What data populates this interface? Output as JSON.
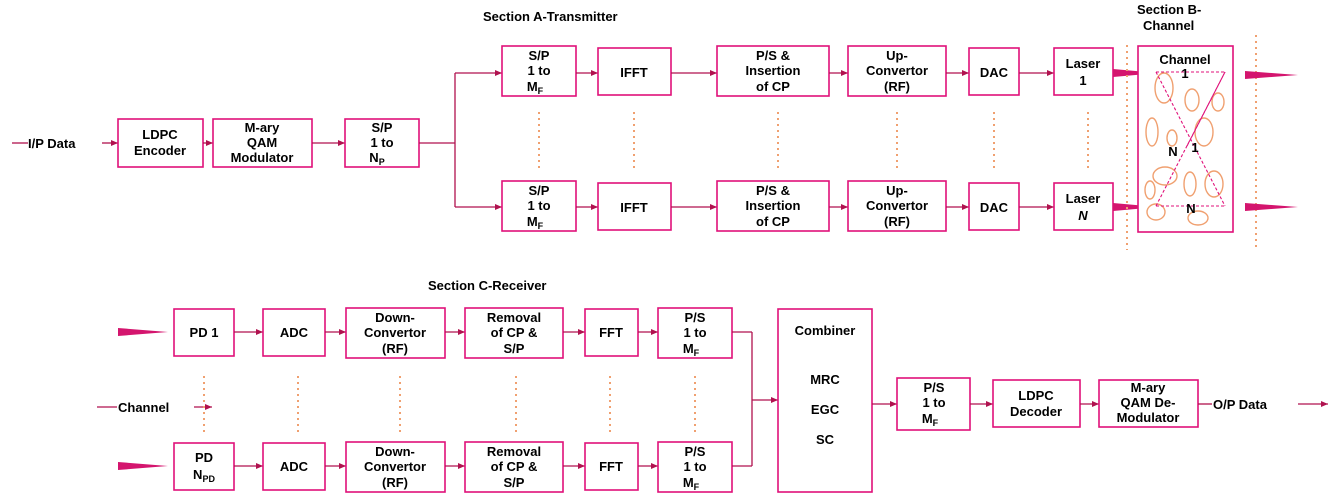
{
  "sections": {
    "transmitter": "Section A-Transmitter",
    "channel_l1": "Section B-",
    "channel_l2": "Channel",
    "receiver": "Section C-Receiver"
  },
  "tx": {
    "input": "I/P Data",
    "ldpc": [
      "LDPC",
      "Encoder"
    ],
    "qam": [
      "M-ary",
      "QAM",
      "Modulator"
    ],
    "sp_np": [
      "S/P",
      "1 to",
      "N",
      "P"
    ],
    "sp_mf": [
      "S/P",
      "1 to",
      "M",
      "F"
    ],
    "ifft": "IFFT",
    "ps": [
      "P/S &",
      "Insertion",
      "of CP"
    ],
    "up": [
      "Up-",
      "Convertor",
      "(RF)"
    ],
    "dac": "DAC",
    "laser1": [
      "Laser",
      "1"
    ],
    "laserN": [
      "Laser",
      "N"
    ]
  },
  "channel": {
    "label": "Channel",
    "m1": "1",
    "m1b": "1",
    "mN": "N",
    "mNb": "N"
  },
  "rx": {
    "pd1": "PD 1",
    "pdn": [
      "PD",
      "N",
      "PD"
    ],
    "adc": "ADC",
    "down": [
      "Down-",
      "Convertor",
      "(RF)"
    ],
    "removal": [
      "Removal",
      "of CP &",
      "S/P"
    ],
    "fft": "FFT",
    "ps_mf": [
      "P/S",
      "1 to",
      "M",
      "F"
    ],
    "channel_in": "Channel",
    "combiner": [
      "Combiner",
      "MRC",
      "EGC",
      "SC"
    ],
    "ldpc": [
      "LDPC",
      "Decoder"
    ],
    "qam": [
      "M-ary",
      "QAM De-",
      "Modulator"
    ],
    "output": "O/P Data"
  },
  "colors": {
    "box": "#e0117a",
    "wire": "#b0124f",
    "dots": "#f0a070"
  }
}
